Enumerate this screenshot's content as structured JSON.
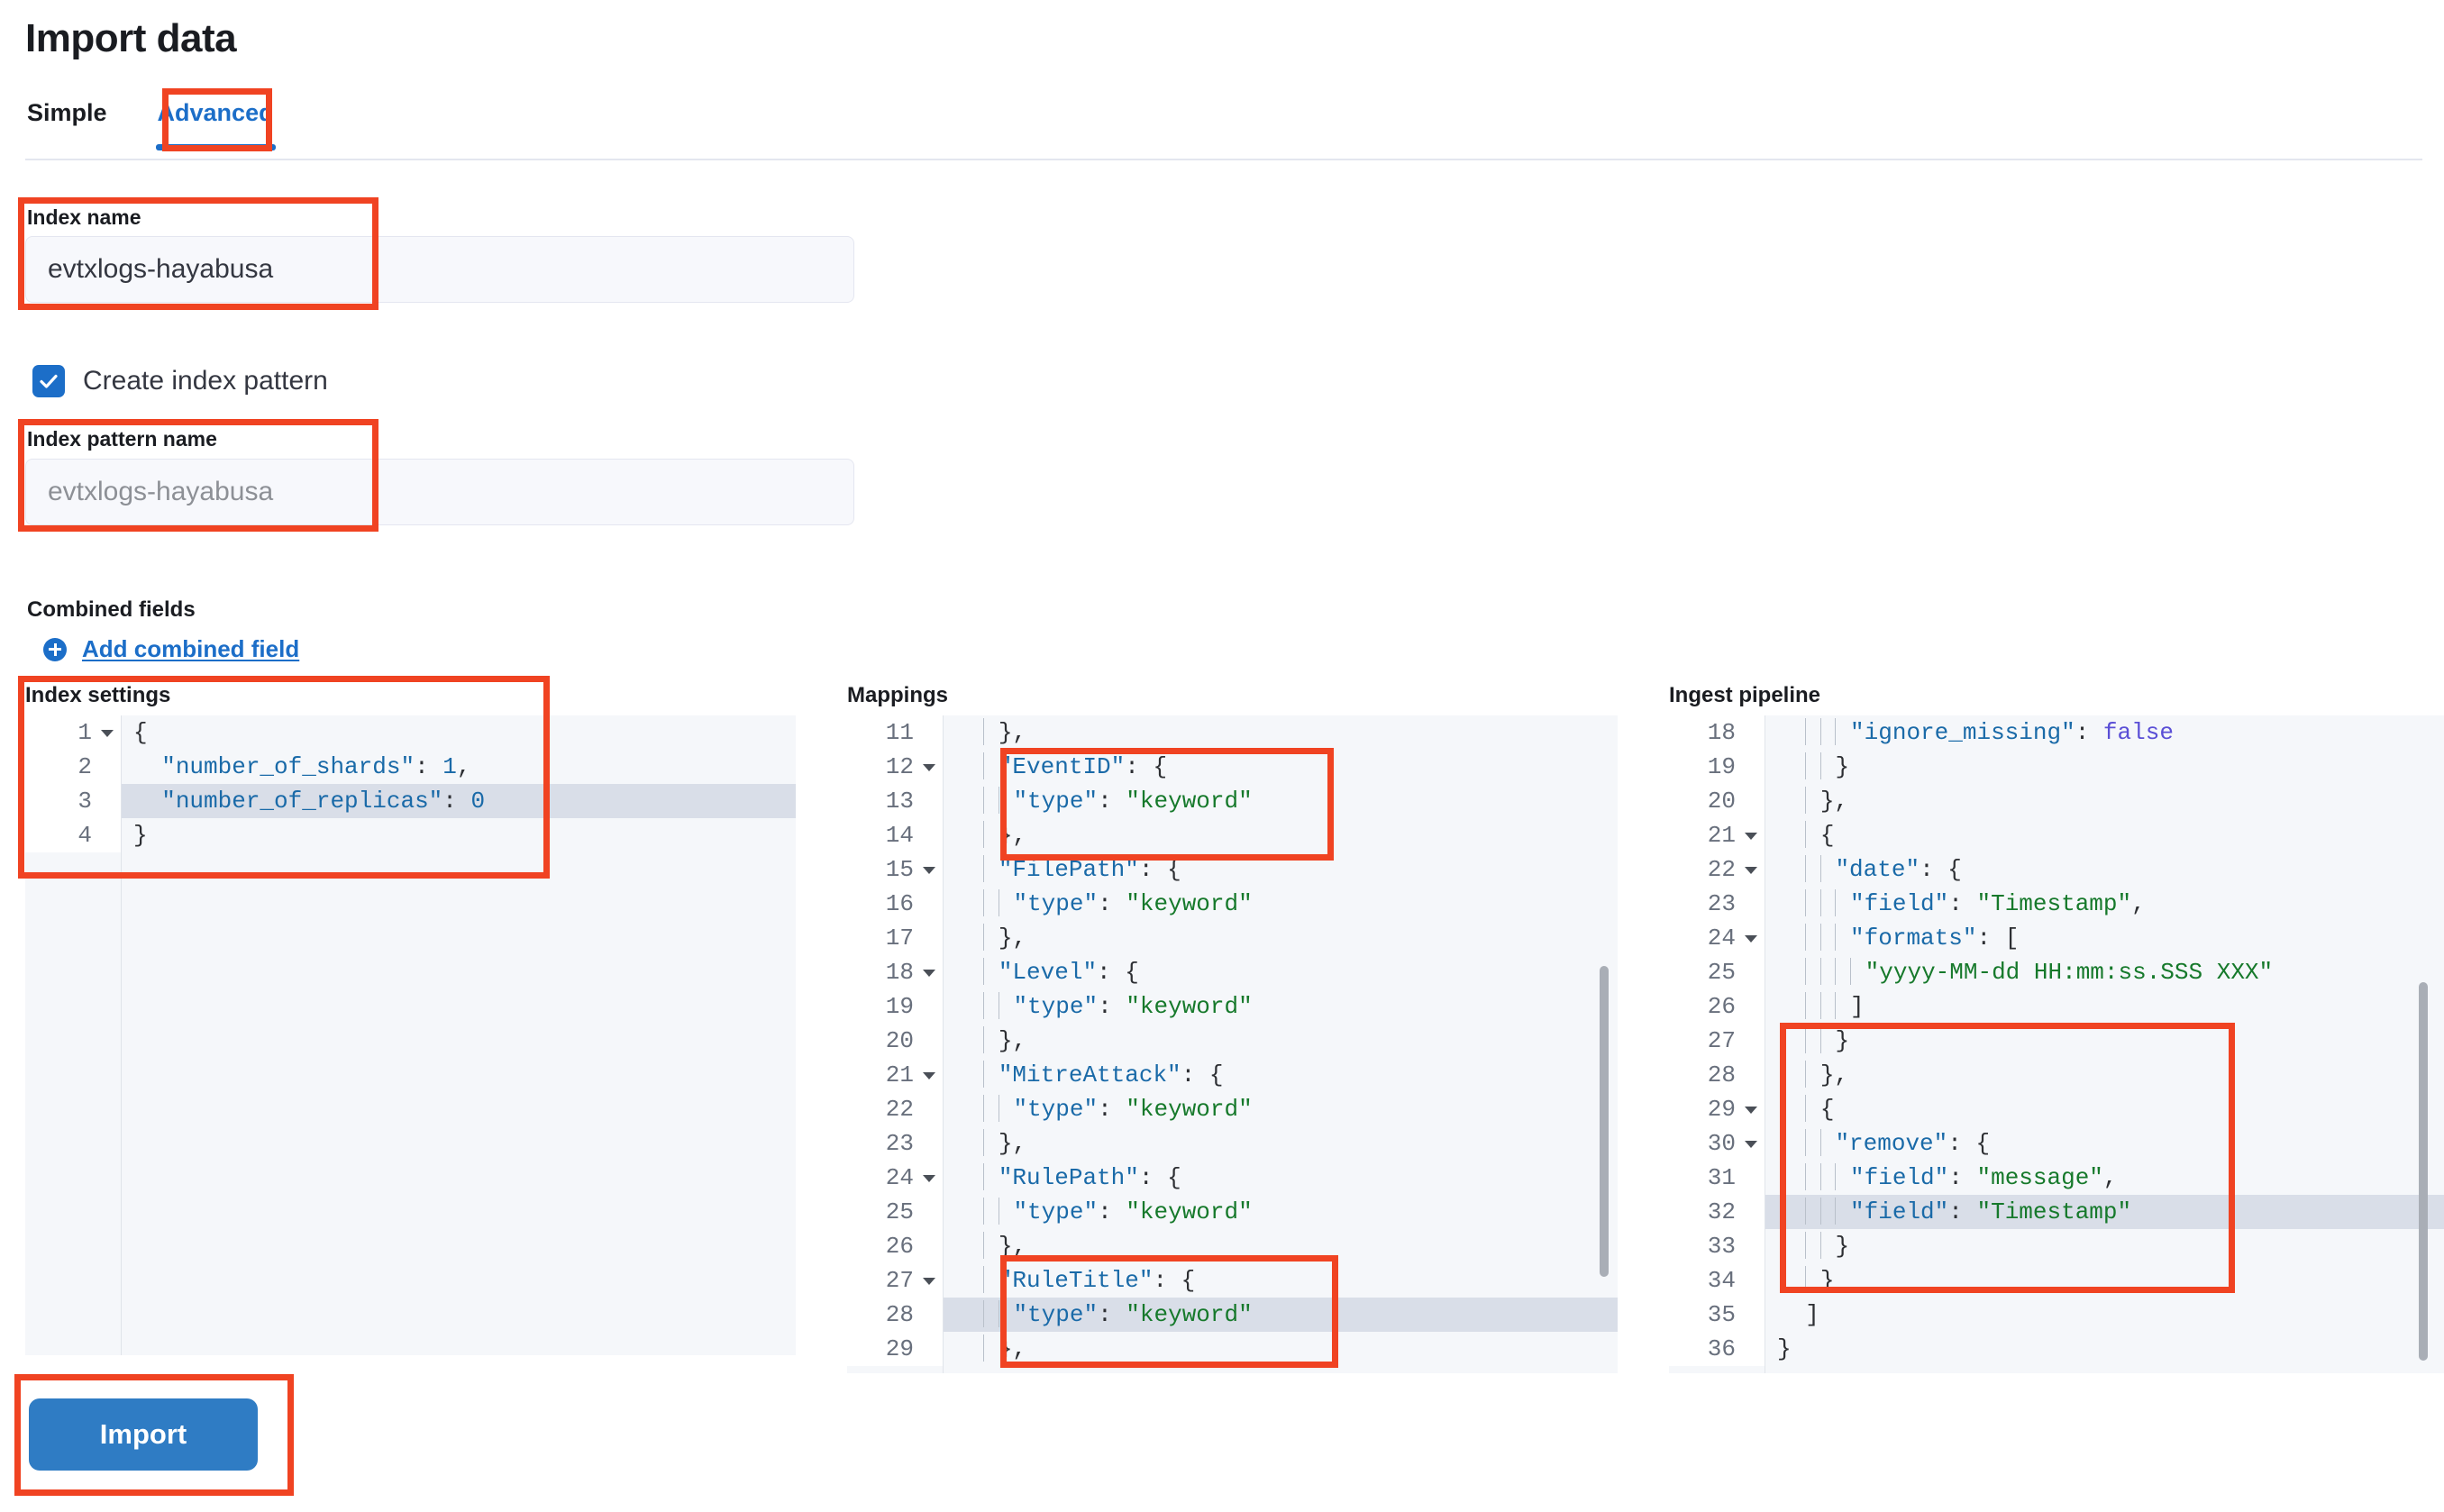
{
  "page": {
    "title": "Import data"
  },
  "tabs": [
    {
      "label": "Simple",
      "active": false
    },
    {
      "label": "Advanced",
      "active": true
    }
  ],
  "form": {
    "index_name_label": "Index name",
    "index_name_value": "evtxlogs-hayabusa",
    "create_index_pattern_label": "Create index pattern",
    "create_index_pattern_checked": true,
    "index_pattern_label": "Index pattern name",
    "index_pattern_placeholder": "evtxlogs-hayabusa",
    "combined_fields_label": "Combined fields",
    "add_combined_field_label": "Add combined field"
  },
  "editors": {
    "index_settings": {
      "title": "Index settings",
      "highlight_line": 3,
      "lines": [
        {
          "num": 1,
          "fold": true,
          "text": "{"
        },
        {
          "num": 2,
          "fold": false,
          "text": "  \"number_of_shards\": 1,"
        },
        {
          "num": 3,
          "fold": false,
          "text": "  \"number_of_replicas\": 0"
        },
        {
          "num": 4,
          "fold": false,
          "text": "}"
        }
      ]
    },
    "mappings": {
      "title": "Mappings",
      "highlight_line": 28,
      "lines": [
        {
          "num": 11,
          "fold": false,
          "text": "    },"
        },
        {
          "num": 12,
          "fold": true,
          "text": "    \"EventID\": {"
        },
        {
          "num": 13,
          "fold": false,
          "text": "      \"type\": \"keyword\""
        },
        {
          "num": 14,
          "fold": false,
          "text": "    },"
        },
        {
          "num": 15,
          "fold": true,
          "text": "    \"FilePath\": {"
        },
        {
          "num": 16,
          "fold": false,
          "text": "      \"type\": \"keyword\""
        },
        {
          "num": 17,
          "fold": false,
          "text": "    },"
        },
        {
          "num": 18,
          "fold": true,
          "text": "    \"Level\": {"
        },
        {
          "num": 19,
          "fold": false,
          "text": "      \"type\": \"keyword\""
        },
        {
          "num": 20,
          "fold": false,
          "text": "    },"
        },
        {
          "num": 21,
          "fold": true,
          "text": "    \"MitreAttack\": {"
        },
        {
          "num": 22,
          "fold": false,
          "text": "      \"type\": \"keyword\""
        },
        {
          "num": 23,
          "fold": false,
          "text": "    },"
        },
        {
          "num": 24,
          "fold": true,
          "text": "    \"RulePath\": {"
        },
        {
          "num": 25,
          "fold": false,
          "text": "      \"type\": \"keyword\""
        },
        {
          "num": 26,
          "fold": false,
          "text": "    },"
        },
        {
          "num": 27,
          "fold": true,
          "text": "    \"RuleTitle\": {"
        },
        {
          "num": 28,
          "fold": false,
          "text": "      \"type\": \"keyword\""
        },
        {
          "num": 29,
          "fold": false,
          "text": "    },"
        }
      ]
    },
    "ingest_pipeline": {
      "title": "Ingest pipeline",
      "highlight_line": 32,
      "lines": [
        {
          "num": 18,
          "fold": false,
          "text": "        \"ignore_missing\": false"
        },
        {
          "num": 19,
          "fold": false,
          "text": "      }"
        },
        {
          "num": 20,
          "fold": false,
          "text": "    },"
        },
        {
          "num": 21,
          "fold": true,
          "text": "    {"
        },
        {
          "num": 22,
          "fold": true,
          "text": "      \"date\": {"
        },
        {
          "num": 23,
          "fold": false,
          "text": "        \"field\": \"Timestamp\","
        },
        {
          "num": 24,
          "fold": true,
          "text": "        \"formats\": ["
        },
        {
          "num": 25,
          "fold": false,
          "text": "          \"yyyy-MM-dd HH:mm:ss.SSS XXX\""
        },
        {
          "num": 26,
          "fold": false,
          "text": "        ]"
        },
        {
          "num": 27,
          "fold": false,
          "text": "      }"
        },
        {
          "num": 28,
          "fold": false,
          "text": "    },"
        },
        {
          "num": 29,
          "fold": true,
          "text": "    {"
        },
        {
          "num": 30,
          "fold": true,
          "text": "      \"remove\": {"
        },
        {
          "num": 31,
          "fold": false,
          "text": "        \"field\": \"message\","
        },
        {
          "num": 32,
          "fold": false,
          "text": "        \"field\": \"Timestamp\""
        },
        {
          "num": 33,
          "fold": false,
          "text": "      }"
        },
        {
          "num": 34,
          "fold": false,
          "text": "    }"
        },
        {
          "num": 35,
          "fold": false,
          "text": "  ]"
        },
        {
          "num": 36,
          "fold": false,
          "text": "}"
        }
      ]
    }
  },
  "actions": {
    "import_label": "Import"
  },
  "colors": {
    "accent": "#1c6ec8",
    "annotation": "#f04322",
    "button": "#2f7cc4",
    "string": "#16792b",
    "key": "#1a6aa8",
    "boolean": "#5a4fd6"
  }
}
